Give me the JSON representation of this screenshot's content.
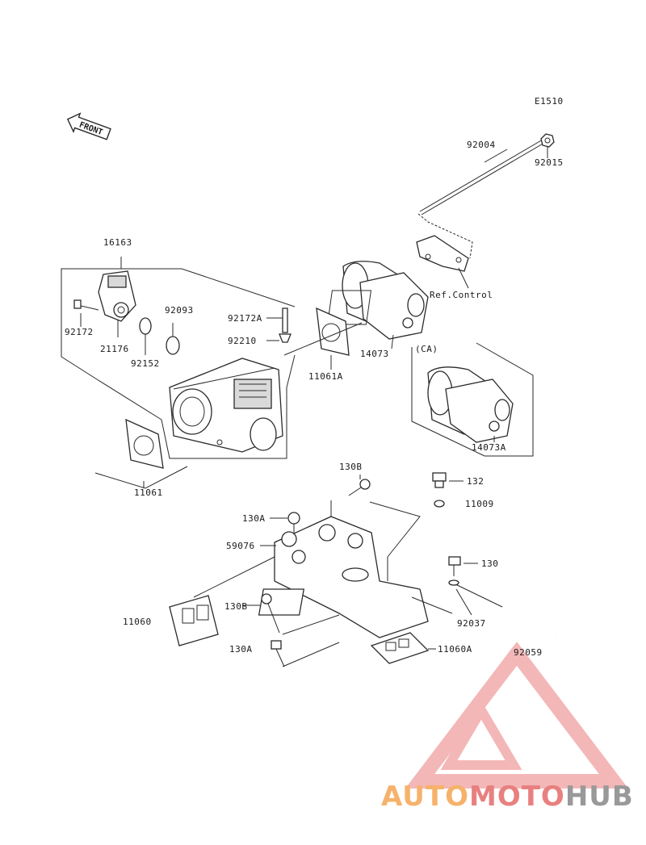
{
  "diagram_code": "E1510",
  "front_label": "FRONT",
  "reference_label": "Ref.Control",
  "variant_label": "(CA)",
  "part_numbers": {
    "p92004": "92004",
    "p92015": "92015",
    "p16163": "16163",
    "p92172": "92172",
    "p21176": "21176",
    "p92093": "92093",
    "p92152": "92152",
    "p92172A": "92172A",
    "p92210": "92210",
    "p11061A": "11061A",
    "p14073": "14073",
    "p14073A": "14073A",
    "p11061": "11061",
    "p130B_top": "130B",
    "p132": "132",
    "p11009": "11009",
    "p130A_top": "130A",
    "p59076": "59076",
    "p130": "130",
    "p11060": "11060",
    "p130B_bottom": "130B",
    "p92037": "92037",
    "p130A_bottom": "130A",
    "p11060A": "11060A",
    "p92059": "92059"
  },
  "watermark": {
    "part1": "AUTOMOTO",
    "part2": "HUB",
    "colors": {
      "triangle": "#f0a0a0",
      "auto": "#f6b26b",
      "moto": "#e88080",
      "hub": "#999999"
    }
  }
}
